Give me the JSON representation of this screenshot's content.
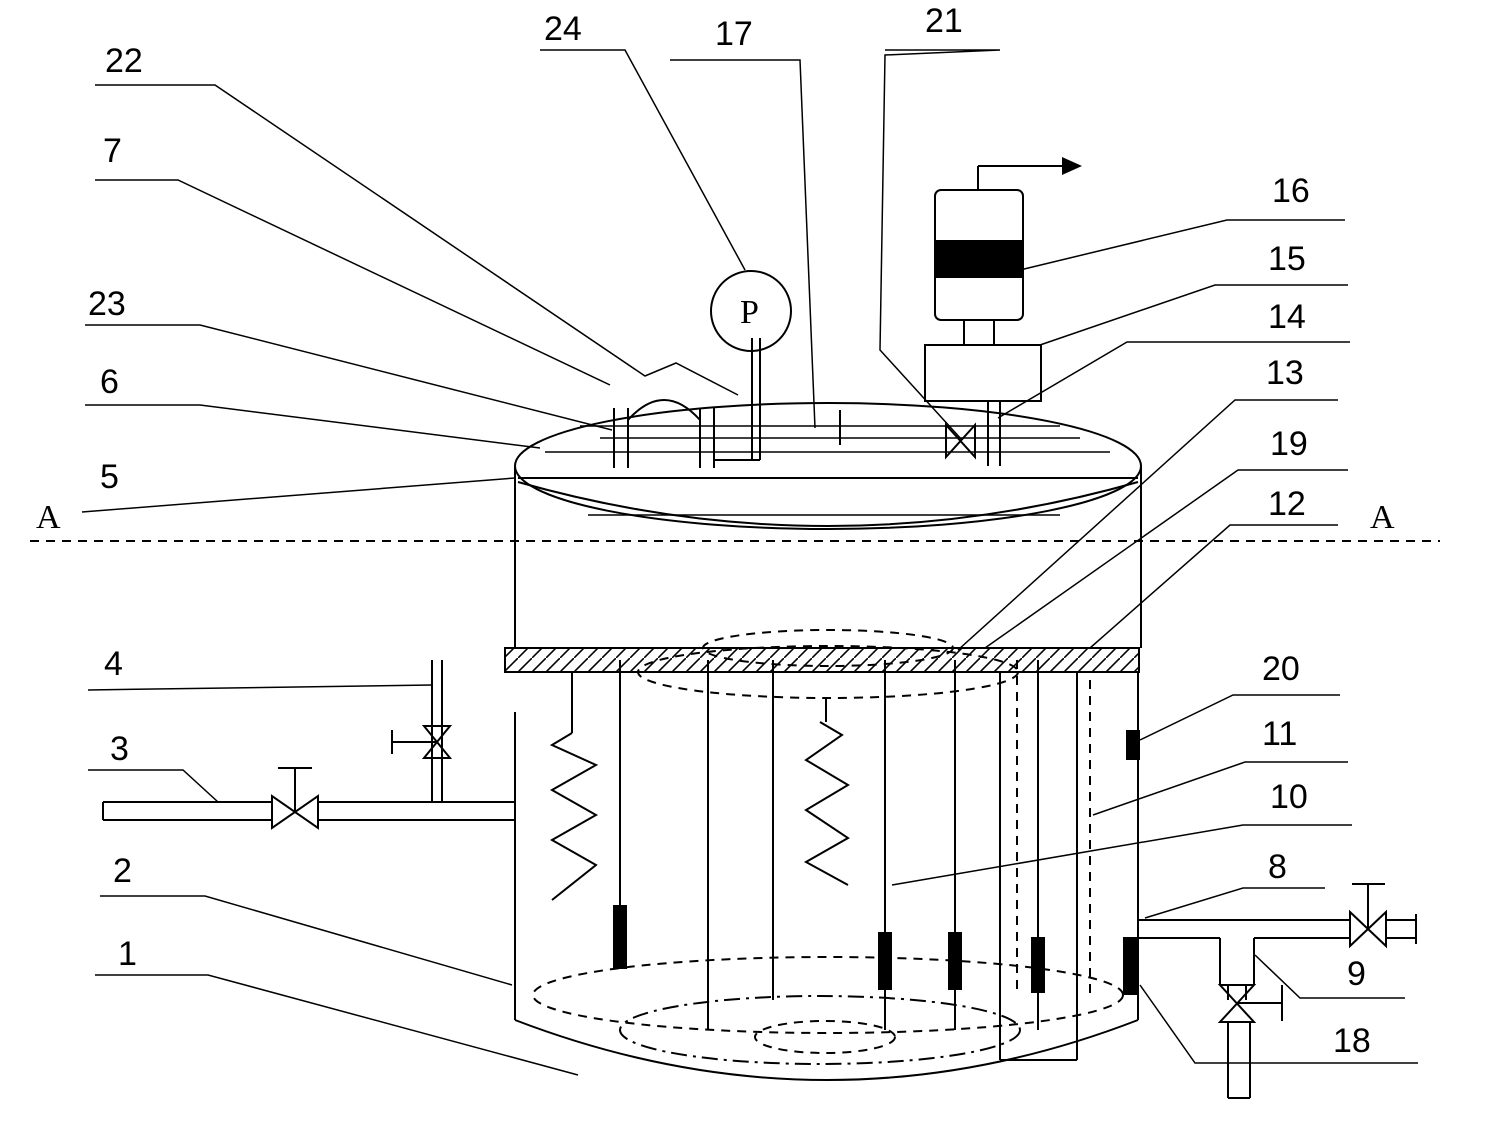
{
  "labels": {
    "n1": "1",
    "n2": "2",
    "n3": "3",
    "n4": "4",
    "n5": "5",
    "n6": "6",
    "n7": "7",
    "n8": "8",
    "n9": "9",
    "n10": "10",
    "n11": "11",
    "n12": "12",
    "n13": "13",
    "n14": "14",
    "n15": "15",
    "n16": "16",
    "n17": "17",
    "n18": "18",
    "n19": "19",
    "n20": "20",
    "n21": "21",
    "n22": "22",
    "n23": "23",
    "n24": "24"
  },
  "section": {
    "left": "A",
    "right": "A"
  },
  "gauge": {
    "symbol": "P"
  }
}
